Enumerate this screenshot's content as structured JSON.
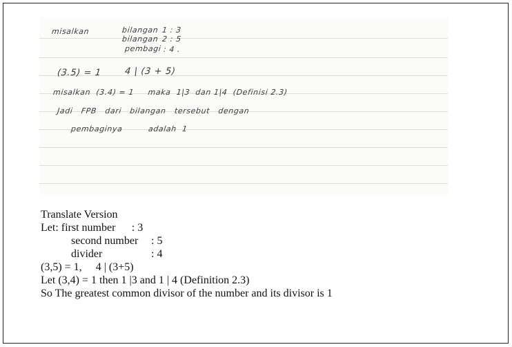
{
  "handwritten": {
    "line1_a": "misalkan",
    "line1_b": "bilangan",
    "line1_c": "1 : 3",
    "line2_b": "bilangan",
    "line2_c": "2 : 5",
    "line3_b": "pembagi",
    "line3_c": ": 4 .",
    "line4_a": "(3.5) = 1",
    "line4_b": "4 | (3 + 5)",
    "line5": "misalkan  (3.4) = 1     maka  1|3  dan 1|4  (Definisi 2.3)",
    "line6": "Jadi   FPB   dari   bilangan   tersebut   dengan",
    "line7_a": "pembaginya",
    "line7_b": "adalah  1"
  },
  "translation": {
    "title": "Translate Version",
    "let_prefix": "Let:",
    "row1_key": "first number",
    "row1_val": ": 3",
    "row2_key": "second number",
    "row2_val": ": 5",
    "row3_key": "divider",
    "row3_val": ": 4",
    "line_gcd": "(3,5) = 1,",
    "line_div": "4 | (3+5)",
    "line_let2": "Let (3,4) = 1 then 1 |3 and 1 | 4 (Definition 2.3)",
    "line_so": "So The greatest common divisor of the number and its divisor is 1"
  }
}
